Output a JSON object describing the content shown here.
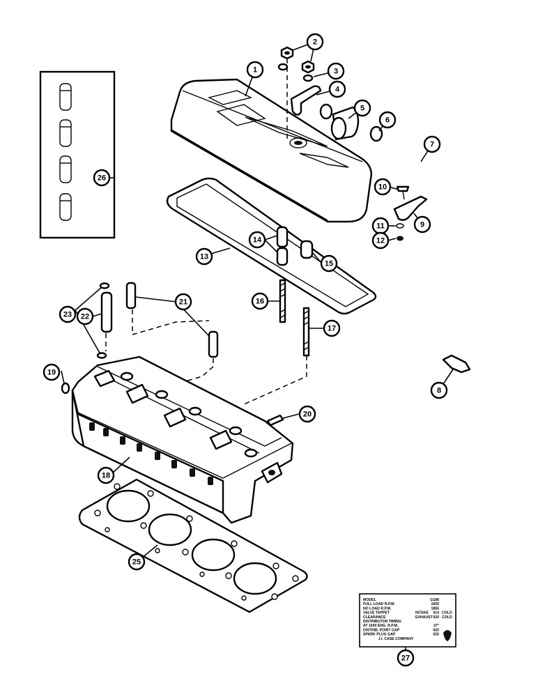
{
  "callouts": [
    {
      "label": "1"
    },
    {
      "label": "2"
    },
    {
      "label": "3"
    },
    {
      "label": "4"
    },
    {
      "label": "5"
    },
    {
      "label": "6"
    },
    {
      "label": "7"
    },
    {
      "label": "8"
    },
    {
      "label": "9"
    },
    {
      "label": "10"
    },
    {
      "label": "11"
    },
    {
      "label": "12"
    },
    {
      "label": "13"
    },
    {
      "label": "14"
    },
    {
      "label": "15"
    },
    {
      "label": "16"
    },
    {
      "label": "17"
    },
    {
      "label": "18"
    },
    {
      "label": "19"
    },
    {
      "label": "20"
    },
    {
      "label": "21"
    },
    {
      "label": "22"
    },
    {
      "label": "23"
    },
    {
      "label": "25"
    },
    {
      "label": "26"
    },
    {
      "label": "27"
    }
  ],
  "nameplate": {
    "rows": [
      {
        "label": "MODEL",
        "value": "G188"
      },
      {
        "label": "FULL LOAD R.P.M.",
        "value": "1650"
      },
      {
        "label": "NO LOAD R.P.M.",
        "value": "1855"
      },
      {
        "label": "VALVE TAPPET",
        "sub": "INTAKE",
        "value": "014",
        "extra": "COLD"
      },
      {
        "label": "CLEARANCE",
        "sub": "EXHAUST",
        "value": "020",
        "extra": "COLD"
      },
      {
        "label": "DISTRIBUTOR TIMING",
        "value": ""
      },
      {
        "label": "AT 1650 ENG. R.P.M.",
        "value": "27°"
      },
      {
        "label": "DISTRIB. POINT GAP",
        "value": "020"
      },
      {
        "label": "SPARK PLUG GAP",
        "value": "025"
      }
    ],
    "company": "J.I. CASE COMPANY"
  }
}
